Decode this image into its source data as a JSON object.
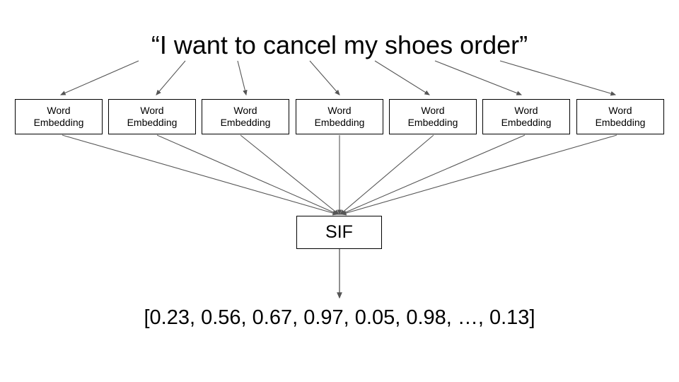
{
  "diagram": {
    "title": "“I want to cancel my shoes order”",
    "aggregator": {
      "label": "SIF"
    },
    "output_vector": "[0.23, 0.56, 0.67, 0.97, 0.05, 0.98, …, 0.13]",
    "embedding_boxes": [
      {
        "line1": "Word",
        "line2": "Embedding"
      },
      {
        "line1": "Word",
        "line2": "Embedding"
      },
      {
        "line1": "Word",
        "line2": "Embedding"
      },
      {
        "line1": "Word",
        "line2": "Embedding"
      },
      {
        "line1": "Word",
        "line2": "Embedding"
      },
      {
        "line1": "Word",
        "line2": "Embedding"
      },
      {
        "line1": "Word",
        "line2": "Embedding"
      }
    ],
    "colors": {
      "background": "#ffffff",
      "text": "#000000",
      "box_border": "#000000",
      "edge": "#555555"
    }
  }
}
